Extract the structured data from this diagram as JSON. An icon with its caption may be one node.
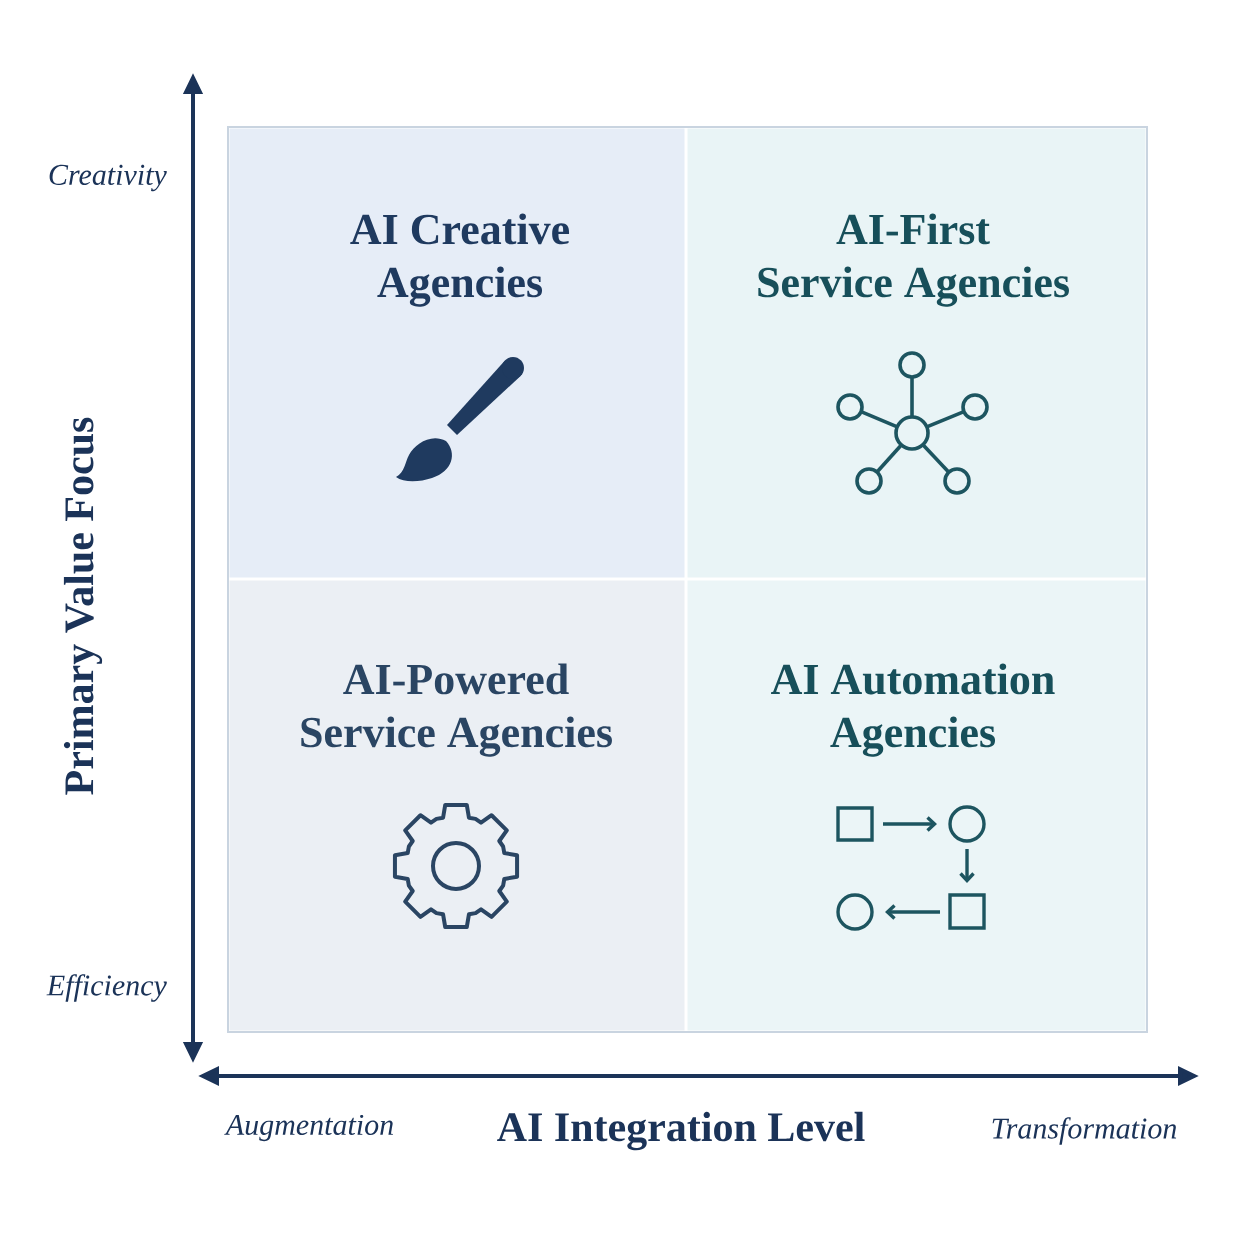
{
  "diagram": {
    "nodes": [
      {
        "text": [
          "AI Creative Agencies"
        ]
      },
      {
        "text": [
          "AI-First Service Agencies"
        ]
      },
      {
        "text": [
          "AI-Powered Service Agencies"
        ]
      },
      {
        "text": [
          "AI Automation Agencies"
        ]
      }
    ],
    "labels": [
      "Creativity",
      "Primary Value Focus",
      "Efficiency",
      "Augmentation",
      "AI Integration Level",
      "Transformation"
    ]
  }
}
